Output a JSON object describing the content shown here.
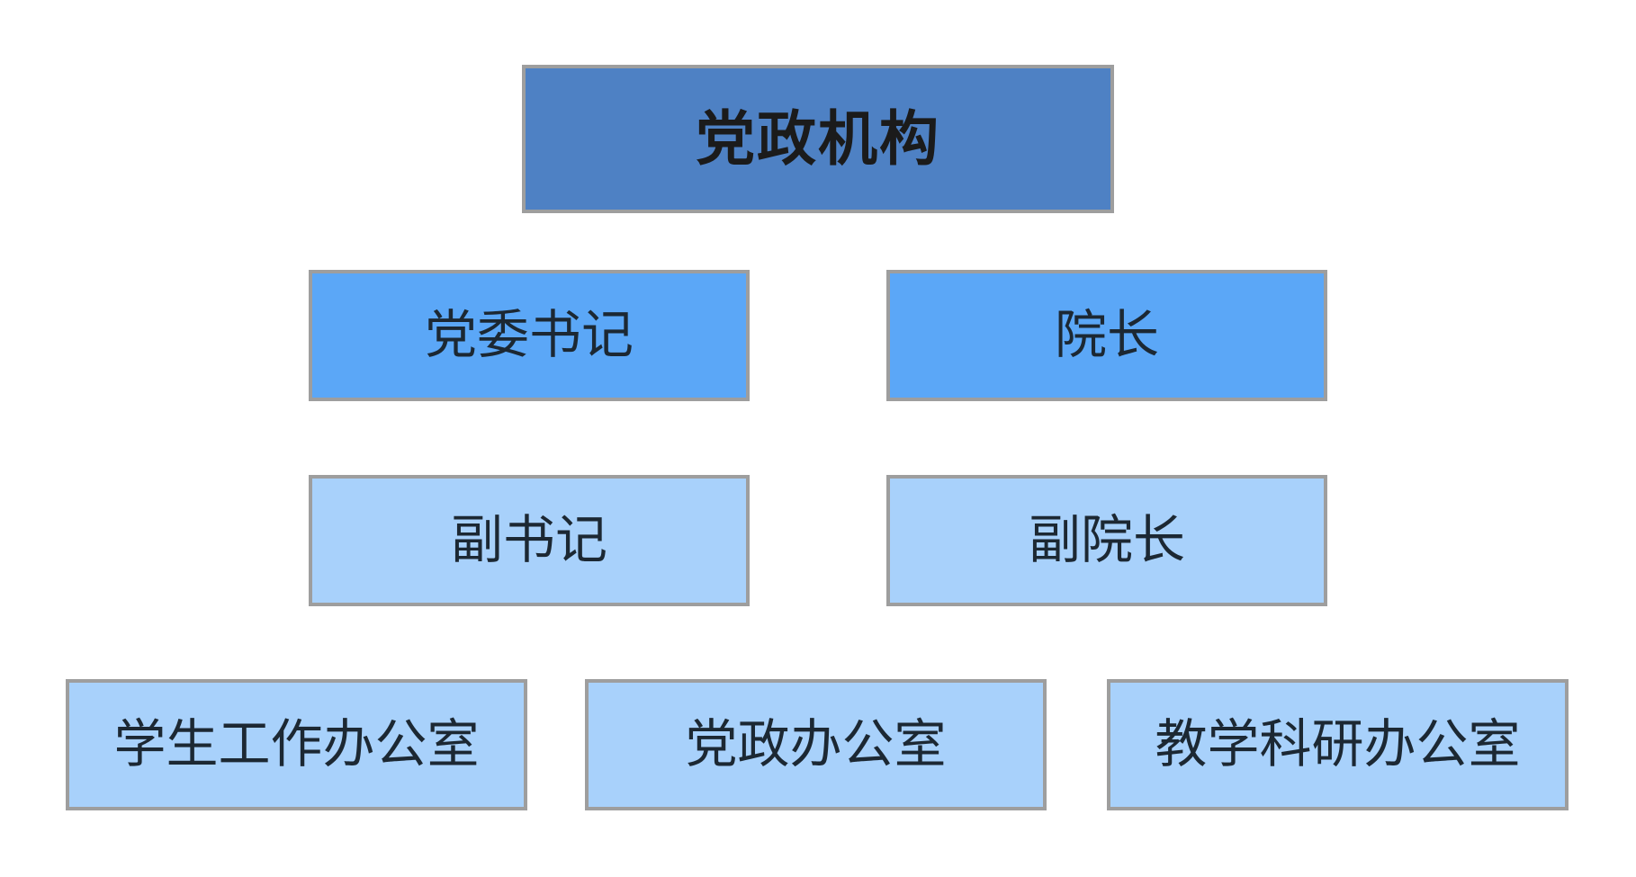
{
  "diagram": {
    "type": "organization-chart",
    "orientation": "top-down",
    "background_color": "#ffffff",
    "border_color": "#9e9e9e",
    "text_color": "#1c2833",
    "levels": 4,
    "connectors_visible": false
  },
  "root": {
    "label": "党政机构",
    "fill_color": "#4e81c4"
  },
  "level1": {
    "fill_color": "#5ba7f7",
    "nodes": [
      {
        "label": "党委书记"
      },
      {
        "label": "院长"
      }
    ]
  },
  "level2": {
    "fill_color": "#a8d1fb",
    "nodes": [
      {
        "label": "副书记"
      },
      {
        "label": "副院长"
      }
    ]
  },
  "level3": {
    "fill_color": "#a8d1fb",
    "nodes": [
      {
        "label": "学生工作办公室"
      },
      {
        "label": "党政办公室"
      },
      {
        "label": "教学科研办公室"
      }
    ]
  }
}
